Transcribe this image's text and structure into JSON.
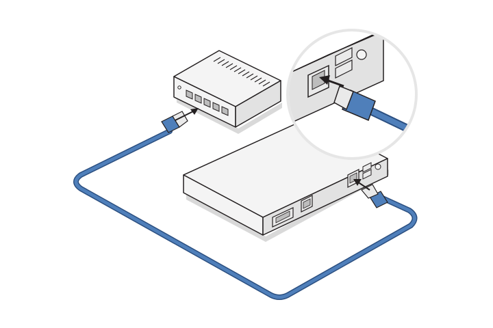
{
  "diagram": {
    "colors": {
      "background": "#ffffff",
      "outline": "#231f20",
      "device_face": "#f4f4f4",
      "device_side": "#e2e2e2",
      "shadow": "#d9d9d9",
      "cable": "#4f7fba",
      "cable_dark": "#2b4f80",
      "port": "#bdbdbd",
      "port_light": "#eaeaea",
      "magnifier_ring": "#e6e6e6",
      "led": "#c9c9c9"
    },
    "icons": [
      "network-switch",
      "mini-pc",
      "ethernet-cable",
      "rj45-connector",
      "plug-direction-arrow",
      "magnifier-callout",
      "usb-port",
      "serial-port",
      "power-button"
    ],
    "switch": {
      "port_count": 5
    },
    "pc_rear": {
      "usb_port_count": 2,
      "ethernet_port_count": 2
    }
  }
}
